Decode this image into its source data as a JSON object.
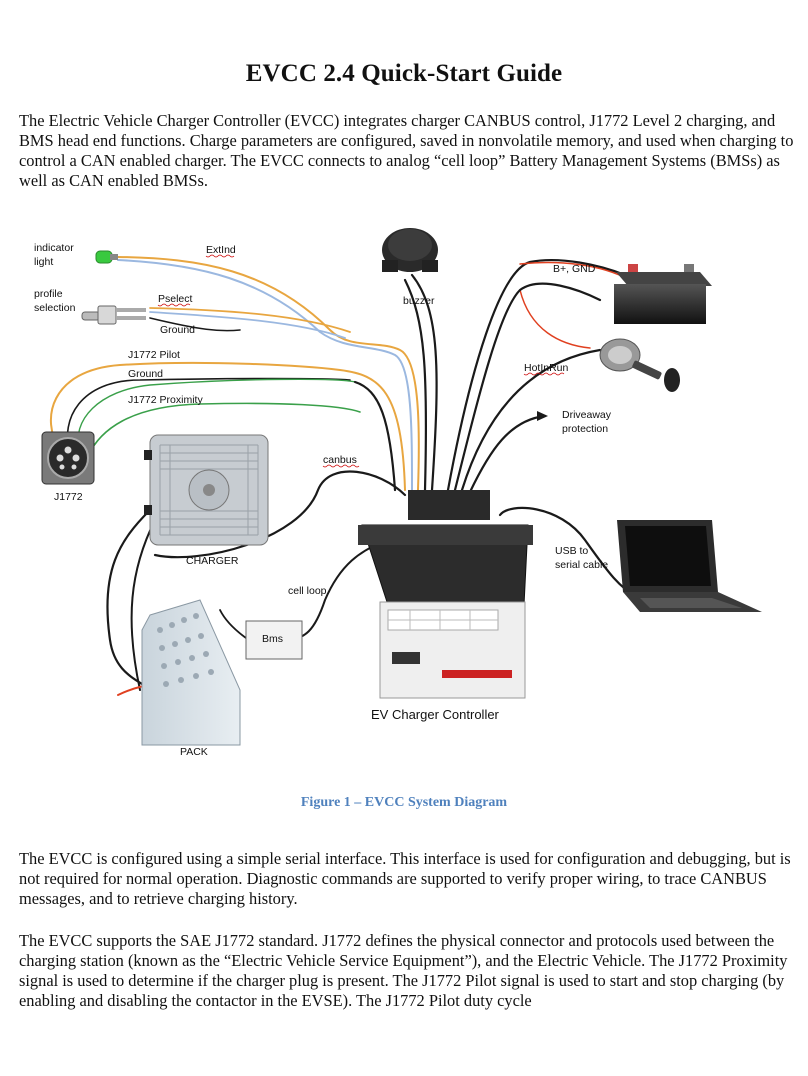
{
  "title": "EVCC 2.4 Quick-Start Guide",
  "intro": "The Electric Vehicle Charger Controller (EVCC) integrates charger CANBUS control, J1772 Level 2 charging, and BMS head end functions.  Charge parameters are configured, saved in nonvolatile memory, and used when charging to control a CAN enabled charger. The EVCC connects to analog “cell loop” Battery Management Systems (BMSs) as well as CAN enabled BMSs.",
  "diagram": {
    "labels": {
      "indicator_light": [
        "indicator",
        "light"
      ],
      "extind": "ExtInd",
      "profile_selection": [
        "profile",
        "selection"
      ],
      "pselect": "Pselect",
      "ground_top": "Ground",
      "j1772_pilot": "J1772 Pilot",
      "ground_mid": "Ground",
      "j1772_proximity": "J1772 Proximity",
      "j1772": "J1772",
      "charger": "CHARGER",
      "canbus": "canbus",
      "cell_loop": "cell loop",
      "bms": "Bms",
      "pack": "PACK",
      "buzzer": "buzzer",
      "b_gnd": "B+, GND",
      "hotinrun": "HotInRun",
      "driveaway": [
        "Driveaway",
        "protection"
      ],
      "usb_serial": [
        "USB to",
        "serial cable"
      ],
      "ev_charger_controller": "EV Charger Controller"
    }
  },
  "caption": "Figure 1 – EVCC System Diagram",
  "para2": "The EVCC is configured using a simple serial interface.  This interface is used for configuration and debugging, but is not required for normal operation.  Diagnostic commands are supported to verify proper wiring, to trace CANBUS messages, and to retrieve charging history.",
  "para3": "The EVCC supports the SAE J1772 standard.  J1772 defines the physical connector and protocols used between the charging station (known as the “Electric Vehicle Service Equipment”), and the Electric Vehicle. The J1772 Proximity signal is used to determine if the charger plug is present.  The J1772 Pilot signal is used to start and stop charging (by enabling and disabling the contactor in the EVSE).  The J1772 Pilot duty cycle",
  "colors": {
    "caption": "#4f81bd",
    "wire_black": "#1a1a1a",
    "wire_orange": "#e8a640",
    "wire_blue": "#9bb8e0",
    "wire_green": "#3aa04a",
    "wire_red": "#e04020"
  }
}
